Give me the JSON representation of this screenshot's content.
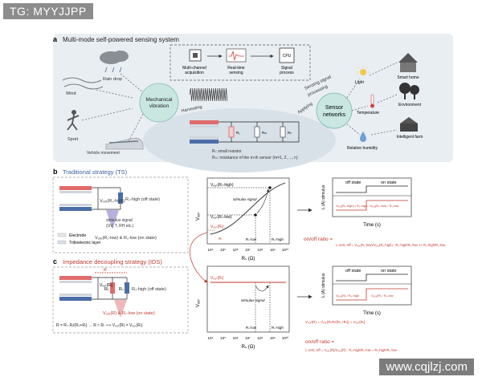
{
  "watermark_top": "TG: MYYJJPP",
  "watermark_bottom": "www.cqjlzj.com",
  "panel_a": {
    "letter": "a",
    "title": "Multi-mode self-powered sensing system",
    "sources": {
      "wind": "Wind",
      "rain": "Rain drop",
      "sport": "Sport",
      "vehicle": "Vehicle movement"
    },
    "hub": [
      "Mechanical",
      "vibration"
    ],
    "harvesting": "Harvesting",
    "pipeline": {
      "step1": [
        "Multi-channel",
        "acquisition"
      ],
      "step2": [
        "Real-time",
        "sensing"
      ],
      "step3": [
        "Signal",
        "process"
      ],
      "cpu": "CPU"
    },
    "signal_processing": [
      "Sensing signal",
      "processing"
    ],
    "applying": "Applying",
    "sensor_networks": [
      "Sensor",
      "networks"
    ],
    "resistors": [
      "R₁",
      "Rₘ",
      "Rₙ"
    ],
    "legend1": "Rₗ: small resistor",
    "legend2": "Rₘ: resistance of the m-th sensor (m=1, 2, ..., n)",
    "stimuli": {
      "light": "Light",
      "temperature": "Temperature",
      "humidity": "Relative humidity"
    },
    "apps": {
      "home": "Smart home",
      "env": "Environment",
      "farm": "Intelligent farm"
    }
  },
  "panel_b": {
    "letter": "b",
    "title": "Traditional strategy (TS)",
    "label_off": "Rₛ‑high (off state)",
    "vout_label": "Vₒᵤₜ(Rₛ‑high)",
    "stimulus": [
      "stimulus signal",
      "(UV, T, RH etc.)"
    ],
    "legend_electrode": "Electrode",
    "legend_tribo": "Triboelectric layer",
    "on_state": "Vₒᵤₜ(Rₛ‑low) & Rₛ‑low (on state)",
    "chart": {
      "ylabel": "Vₒᵤₜ",
      "xlabel": "Rₛ (Ω)",
      "ticks": [
        "10⁴",
        "10⁵",
        "10⁶",
        "10⁷",
        "10⁸",
        "10⁹",
        "10¹⁰"
      ],
      "lbl_high": "Vₒᵤₜ(Rₛ‑high)",
      "lbl_low": "Vₒᵤₜ(Rₛ‑low)",
      "lbl_rl": "Vₒᵤₜ(Rₗ)",
      "lbl_stim": "stimulus signal",
      "rl": "Rₗ",
      "rs_low": "Rₛ‑low",
      "rs_high": "Rₛ‑high"
    },
    "time_chart": {
      "off": "off state",
      "on": "on state",
      "ylabel": "Iₛ (A)  stimulus",
      "xlabel": "Time (s)",
      "f1": "Vₒᵤₜ(Rₛ‑high) / Rₛ‑high",
      "f2": "Vₒᵤₜ(Rₛ‑low) / Rₛ‑low"
    },
    "ratio_label": "on/off ratio =",
    "ratio_formula": "Iₛ‑on/Iₛ‑off = Vₒᵤₜ(Rₛ‑low)/Vₒᵤₜ(Rₛ‑high) · Rₛ‑high/Rₛ‑low << Rₛ‑high/Rₛ‑low"
  },
  "panel_c": {
    "letter": "c",
    "title": "Impedance decoupling strategy (IDS)",
    "label_off": "Rₛ‑high (off state)",
    "rl": "Rₗ",
    "rs": "Rₛ",
    "vout_label": "Vₒᵤₜ(Rₗ)",
    "on_state": "Vₒᵤₜ(R) & Rₛ‑low (on state)",
    "formula": "R = Rₛ·Rₗ/(Rₛ+Rₗ) → R ≈ Rₗ ⟹ Vₒᵤₜ(R) = Vₒᵤₜ(Rₗ)",
    "chart": {
      "ylabel": "Vₒᵤₜ",
      "xlabel": "Rₛ (Ω)",
      "ticks": [
        "10⁴",
        "10⁵",
        "10⁶",
        "10⁷",
        "10⁸",
        "10⁹",
        "10¹⁰"
      ],
      "lbl_rl": "Vₒᵤₜ(Rₗ)",
      "lbl_stim": "stimulus signal",
      "rs_low": "Rₛ‑low",
      "rs_high": "Rₛ‑high"
    },
    "time_chart": {
      "off": "off state",
      "on": "on state",
      "ylabel": "Iₛ (A)  stimulus",
      "xlabel": "Time (s)",
      "f1": "Vₒᵤₜ(R) / Rₛ‑high",
      "f2": "Vₒᵤₜ(R) / Rₛ‑low"
    },
    "eq1": "Vₒᵤₜ(R) = Vₒᵤₜ(RₛRₗ/(Rₛ+Rₗ)) ≈ Vₒᵤₜ(Rₗ)",
    "ratio_label": "on/off ratio =",
    "ratio_formula": "Iₛ‑on/Iₛ‑off = Vₒᵤₜ(R)/Vₒᵤₜ(R) · Rₛ‑high/Rₛ‑low = Rₛ‑high/Rₛ‑low"
  }
}
